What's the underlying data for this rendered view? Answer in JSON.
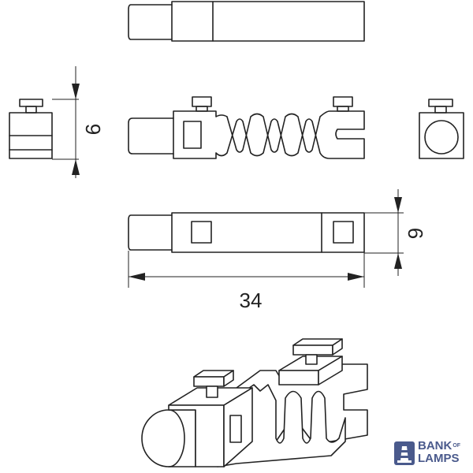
{
  "dimensions": {
    "height_label": "9",
    "thickness_label": "6",
    "length_label": "34"
  },
  "logo": {
    "word1": "BANK",
    "small": "OF",
    "word2": "LAMPS",
    "brand_color": "#4a5a8c"
  },
  "colors": {
    "line": "#222222",
    "background": "#ffffff"
  }
}
